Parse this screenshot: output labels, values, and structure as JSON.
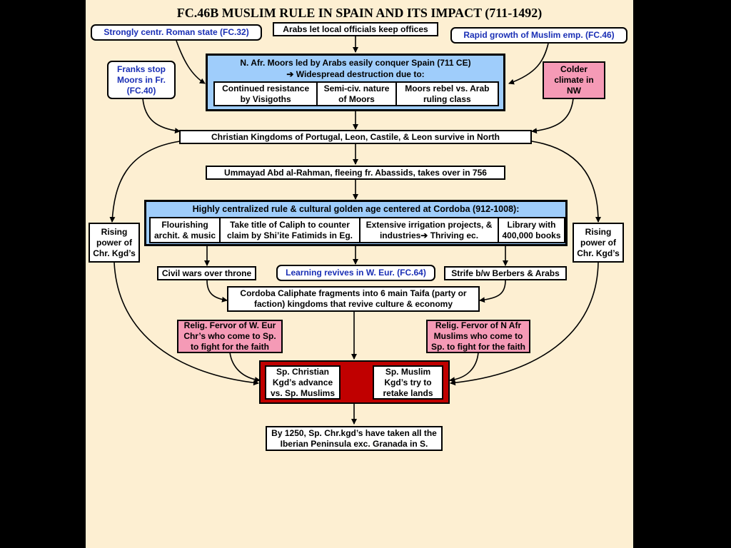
{
  "title": "FC.46B MUSLIM RULE IN SPAIN AND ITS IMPACT (711-1492)",
  "top": {
    "roman_state": "Strongly centr. Roman state (FC.32)",
    "arabs_local": "Arabs let local officials keep offices",
    "rapid_growth": "Rapid growth of Muslim emp. (FC.46)",
    "franks_stop": "Franks stop Moors in Fr. (FC.40)",
    "colder_climate": "Colder climate in NW"
  },
  "conquest": {
    "heading_line1": "N. Afr. Moors led by Arabs easily conquer Spain (711 CE)",
    "heading_line2": "➔ Widespread destruction due to:",
    "causes": [
      "Continued resistance by Visigoths",
      "Semi-civ. nature of Moors",
      "Moors rebel vs. Arab ruling class"
    ]
  },
  "christian_survive": "Christian Kingdoms of Portugal, Leon, Castile, & Leon survive in North",
  "ummayad": "Ummayad Abd al-Rahman, fleeing fr. Abassids, takes over in 756",
  "golden_age": {
    "heading": "Highly centralized rule & cultural golden age centered at Cordoba (912-1008):",
    "items": [
      "Flourishing archit. & music",
      "Take title of Caliph to counter claim by Shi’ite Fatimids in Eg.",
      "Extensive irrigation projects, & industries➔ Thriving ec.",
      "Library with 400,000 books"
    ]
  },
  "rising_left": "Rising power of Chr. Kgd’s",
  "rising_right": "Rising power of Chr. Kgd’s",
  "civil_wars": "Civil wars over throne",
  "learning": "Learning revives in W. Eur. (FC.64)",
  "strife": "Strife b/w Berbers & Arabs",
  "taifa": "Cordoba Caliphate fragments into 6 main Taifa (party or faction) kingdoms that revive culture & economy",
  "fervor_west": "Relig. Fervor of W. Eur Chr’s who come to Sp. to fight for the faith",
  "fervor_africa": "Relig. Fervor of N Afr Muslims who come to Sp. to fight for the faith",
  "christian_advance": "Sp. Christian Kgd’s advance vs. Sp. Muslims",
  "muslim_retake": "Sp. Muslim Kgd’s try to retake lands",
  "outcome": "By 1250, Sp. Chr.kgd’s have taken all the Iberian Peninsula exc. Granada in S."
}
